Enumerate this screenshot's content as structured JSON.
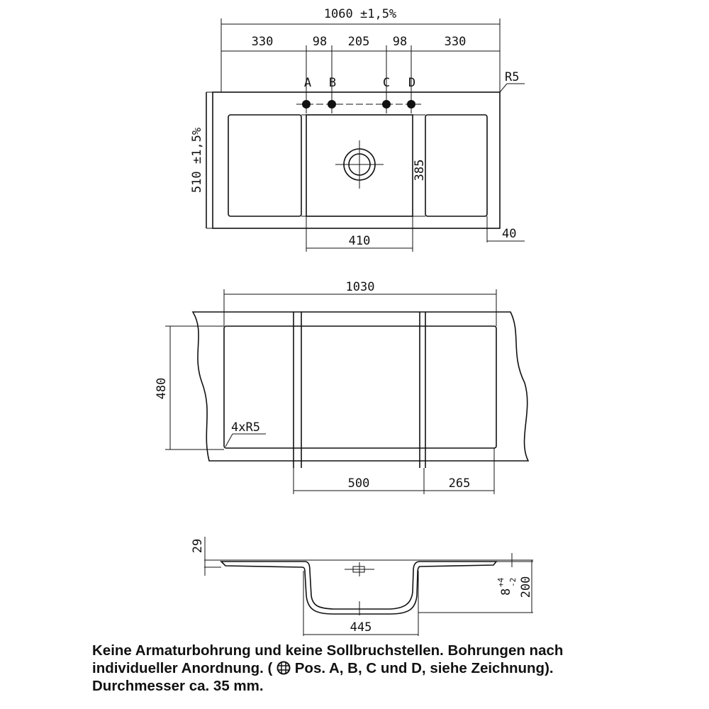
{
  "top_view": {
    "overall_width": "1060 ±1,5%",
    "segments": [
      "330",
      "98",
      "205",
      "98",
      "330"
    ],
    "holes": [
      "A",
      "B",
      "C",
      "D"
    ],
    "corner_radius": "R5",
    "overall_depth": "510 ±1,5%",
    "bowl_depth": "385",
    "bowl_width": "410",
    "rim": "40"
  },
  "cutout_view": {
    "width": "1030",
    "depth": "480",
    "radii": "4xR5",
    "bowl_width": "500",
    "drainer_width": "265"
  },
  "section_view": {
    "rim_height": "29",
    "bowl_width": "445",
    "total_height": "200",
    "tolerance_base": "8",
    "tolerance_plus": "+4",
    "tolerance_minus": "-2"
  },
  "note": {
    "line1": "Keine Armaturbohrung und keine Sollbruchstellen. Bohrungen nach",
    "line2a": "individueller Anordnung. (",
    "line2b": "Pos. A, B, C und D, siehe Zeichnung).",
    "line3": "Durchmesser ca. 35 mm."
  }
}
